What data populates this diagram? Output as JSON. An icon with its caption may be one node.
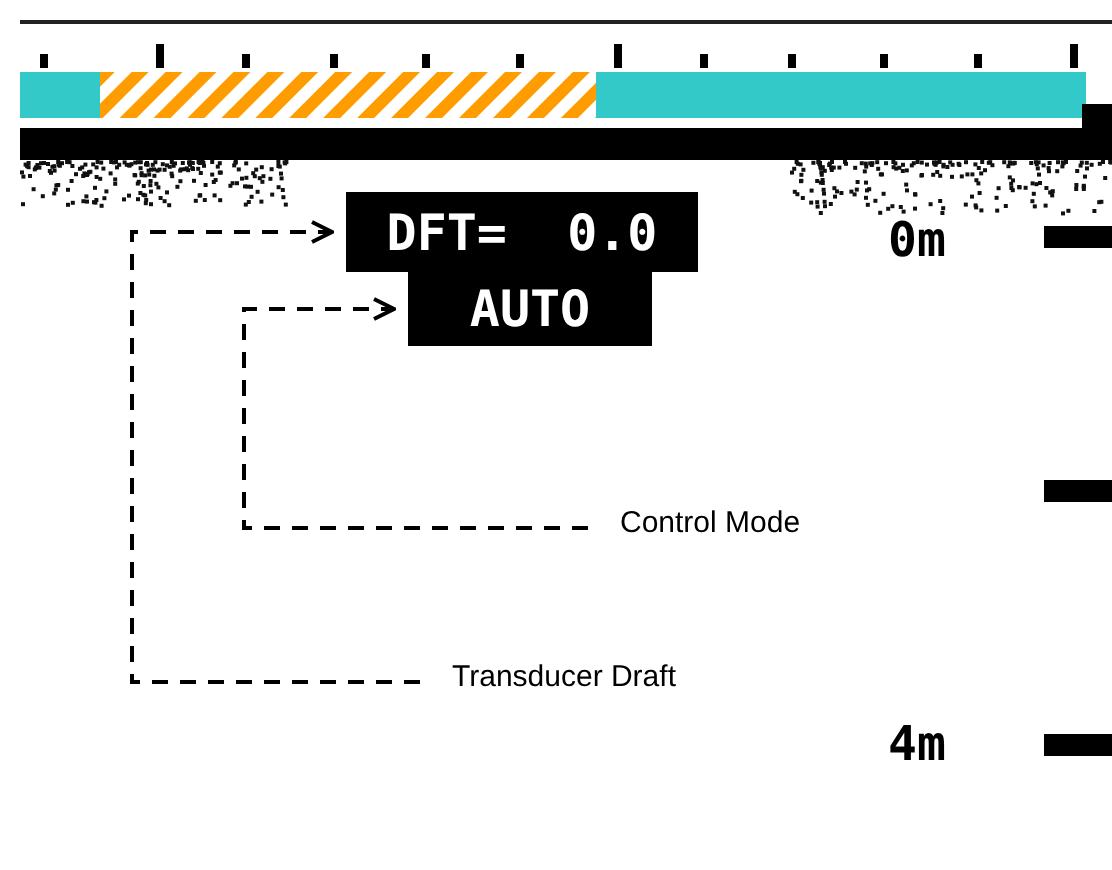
{
  "diagram": {
    "nodes": [
      {
        "text": [
          "DFT=  0.0"
        ]
      },
      {
        "text": [
          "AUTO"
        ]
      },
      {
        "text": [
          "Control Mode"
        ]
      },
      {
        "text": [
          "Transducer Draft"
        ]
      }
    ],
    "edges": [
      {
        "from": 3,
        "to": 0,
        "arrow": "to",
        "style": "dashed"
      },
      {
        "from": 2,
        "to": 1,
        "arrow": "to",
        "style": "dashed"
      }
    ],
    "labels": [
      "0m",
      "4m"
    ]
  }
}
